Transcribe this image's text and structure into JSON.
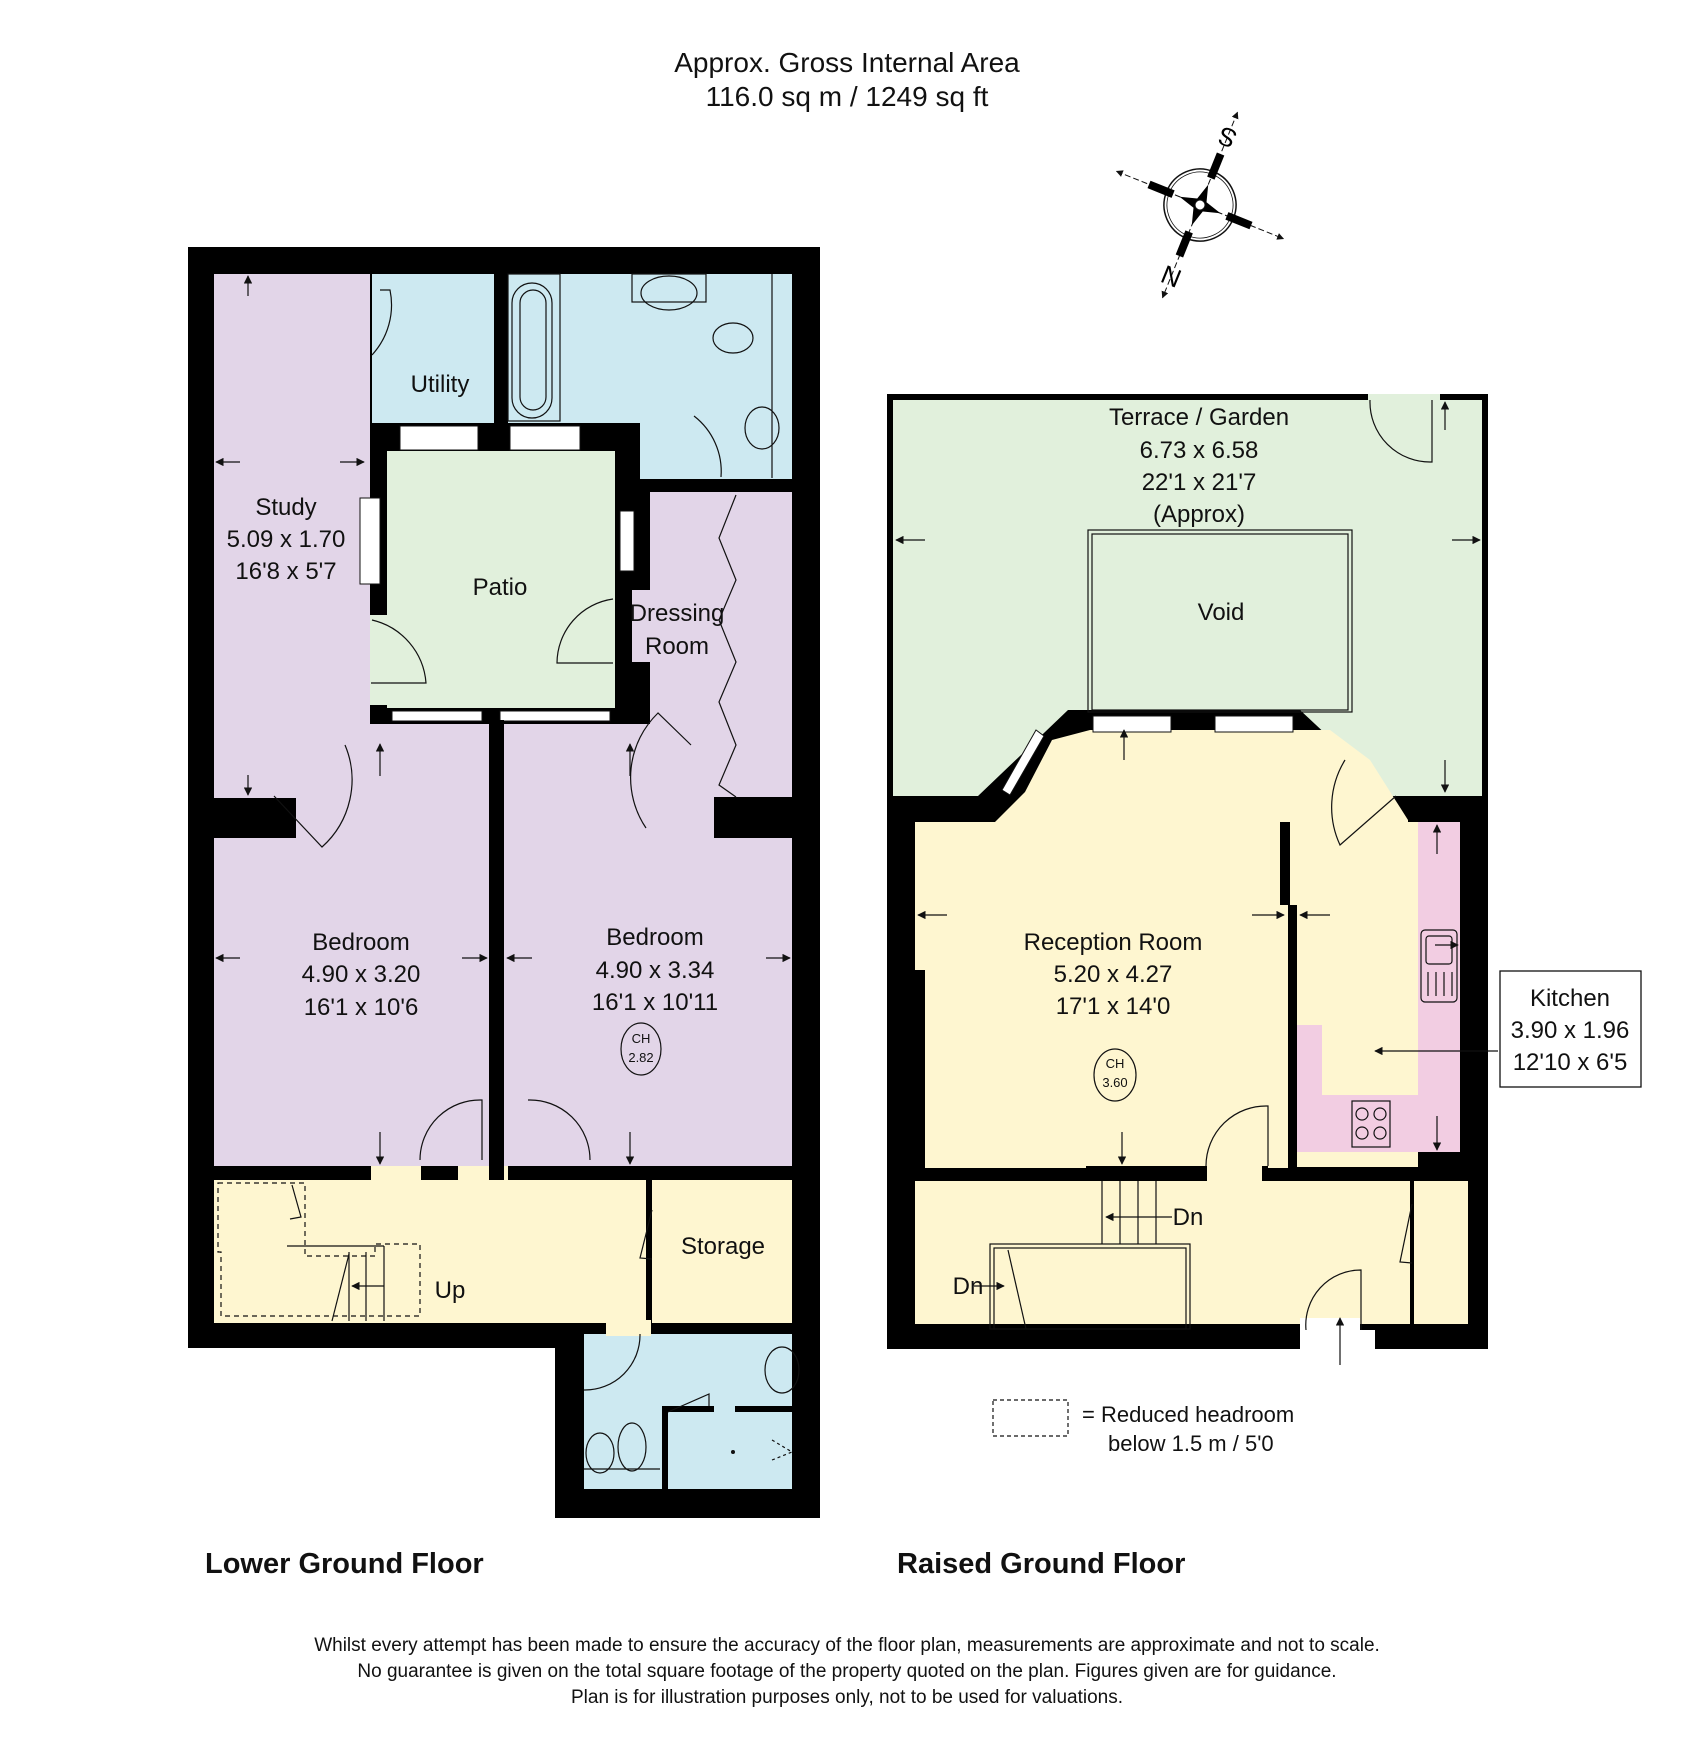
{
  "header": {
    "title_line1": "Approx. Gross Internal Area",
    "title_line2": "116.0 sq m / 1249 sq ft"
  },
  "compass": {
    "north_label": "N",
    "south_label": "S",
    "icon": "compass-rose-icon"
  },
  "colors": {
    "wall": "#000000",
    "bedroom_purple": "#E2D5E8",
    "wet_room_blue": "#CDE9F1",
    "outdoor_green": "#E1F0DC",
    "living_yellow": "#FEF6D0",
    "kitchen_pink": "#F2CDE2"
  },
  "lower_ground_floor": {
    "label": "Lower Ground Floor",
    "rooms": {
      "study": {
        "name": "Study",
        "metric": "5.09 x 1.70",
        "imperial": "16'8 x 5'7"
      },
      "utility": {
        "name": "Utility"
      },
      "patio": {
        "name": "Patio"
      },
      "dressing_room": {
        "name_line1": "Dressing",
        "name_line2": "Room"
      },
      "bedroom1": {
        "name": "Bedroom",
        "metric": "4.90 x 3.20",
        "imperial": "16'1 x 10'6"
      },
      "bedroom2": {
        "name": "Bedroom",
        "metric": "4.90 x 3.34",
        "imperial": "16'1 x 10'11",
        "ceiling_label": "CH",
        "ceiling_height": "2.82"
      },
      "storage": {
        "name": "Storage"
      },
      "stairs_label": "Up"
    }
  },
  "raised_ground_floor": {
    "label": "Raised Ground Floor",
    "rooms": {
      "terrace": {
        "name": "Terrace / Garden",
        "metric": "6.73 x 6.58",
        "imperial": "22'1 x 21'7",
        "note": "(Approx)"
      },
      "void": {
        "name": "Void"
      },
      "reception": {
        "name": "Reception Room",
        "metric": "5.20 x 4.27",
        "imperial": "17'1 x 14'0",
        "ceiling_label": "CH",
        "ceiling_height": "3.60"
      },
      "kitchen": {
        "name": "Kitchen",
        "metric": "3.90 x 1.96",
        "imperial": "12'10 x 6'5"
      },
      "stairs_down_1": "Dn",
      "stairs_down_2": "Dn"
    }
  },
  "legend": {
    "line1": "=  Reduced headroom",
    "line2": "below 1.5 m / 5'0"
  },
  "disclaimer": {
    "line1": "Whilst every attempt has been made to ensure the accuracy of the floor plan, measurements are approximate and not to scale.",
    "line2": "No guarantee is given on the total square footage of the property quoted on the plan. Figures given are for guidance.",
    "line3": "Plan is for illustration purposes only, not to be used for valuations."
  }
}
